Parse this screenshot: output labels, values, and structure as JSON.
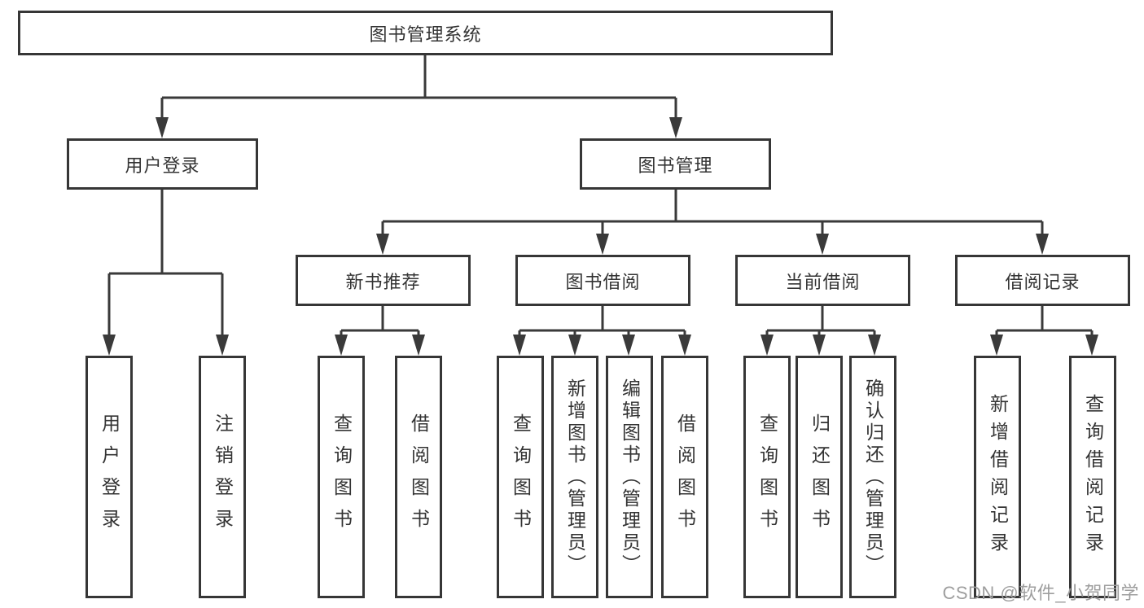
{
  "diagram": {
    "title": "图书管理系统",
    "type": "feature-tree",
    "colors": {
      "line": "#3a3a3a",
      "box_border": "#363636",
      "text": "#333333",
      "background": "#ffffff",
      "watermark_text": "#9e9e9e"
    },
    "nodes": {
      "root": {
        "label": "图书管理系统"
      },
      "login": {
        "label": "用户登录"
      },
      "mgmt": {
        "label": "图书管理"
      },
      "rec": {
        "label": "新书推荐"
      },
      "borrow": {
        "label": "图书借阅"
      },
      "current": {
        "label": "当前借阅"
      },
      "records": {
        "label": "借阅记录"
      },
      "login_user": {
        "label": "用户登录"
      },
      "login_logout": {
        "label": "注销登录"
      },
      "rec_query": {
        "label": "查询图书"
      },
      "rec_borrow": {
        "label": "借阅图书"
      },
      "borrow_query": {
        "label": "查询图书"
      },
      "borrow_add": {
        "label": "新增图书（管理员）"
      },
      "borrow_edit": {
        "label": "编辑图书（管理员）"
      },
      "borrow_borrow": {
        "label": "借阅图书"
      },
      "cur_query": {
        "label": "查询图书"
      },
      "cur_return": {
        "label": "归还图书"
      },
      "cur_confirm": {
        "label": "确认归还（管理员）"
      },
      "records_add": {
        "label": "新增借阅记录"
      },
      "records_query": {
        "label": "查询借阅记录"
      }
    },
    "structure": [
      {
        "parent": "图书管理系统",
        "children": [
          "用户登录",
          "图书管理"
        ]
      },
      {
        "parent": "用户登录",
        "children": [
          "用户登录",
          "注销登录"
        ]
      },
      {
        "parent": "图书管理",
        "children": [
          "新书推荐",
          "图书借阅",
          "当前借阅",
          "借阅记录"
        ]
      },
      {
        "parent": "新书推荐",
        "children": [
          "查询图书",
          "借阅图书"
        ]
      },
      {
        "parent": "图书借阅",
        "children": [
          "查询图书",
          "新增图书（管理员）",
          "编辑图书（管理员）",
          "借阅图书"
        ]
      },
      {
        "parent": "当前借阅",
        "children": [
          "查询图书",
          "归还图书",
          "确认归还（管理员）"
        ]
      },
      {
        "parent": "借阅记录",
        "children": [
          "新增借阅记录",
          "查询借阅记录"
        ]
      }
    ]
  },
  "watermark": {
    "text": "CSDN @软件_小贺同学"
  }
}
